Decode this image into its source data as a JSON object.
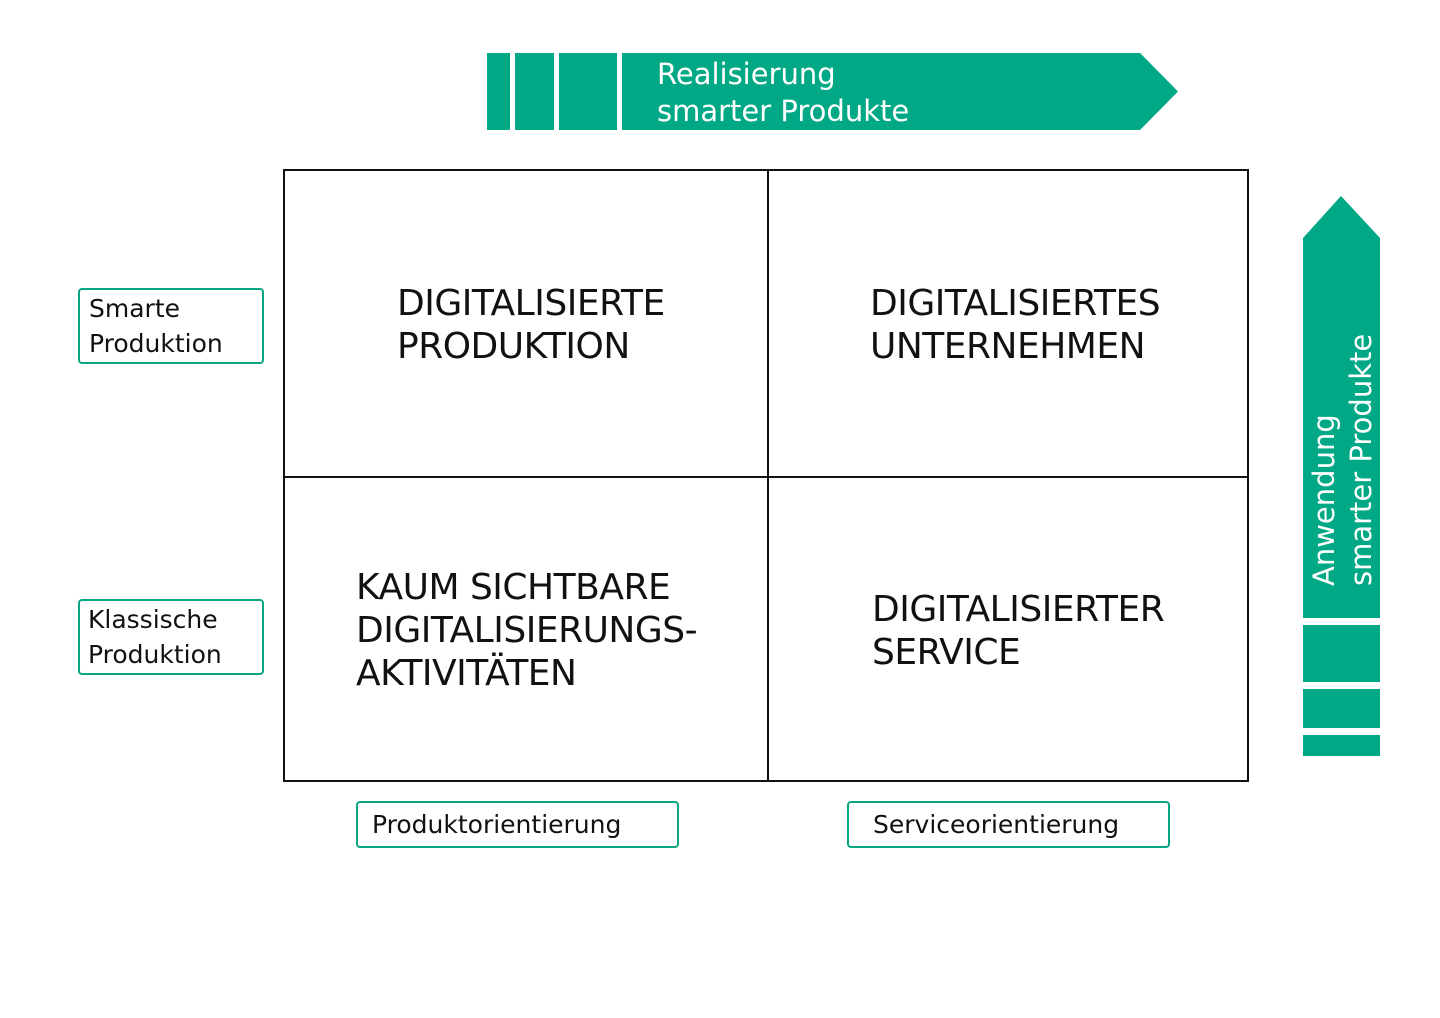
{
  "colors": {
    "accent": "#00a886",
    "border": "#0aa582",
    "line": "#111111"
  },
  "top_arrow": {
    "lines": [
      "Realisierung",
      "smarter Produkte"
    ]
  },
  "right_arrow": {
    "lines": [
      "Anwendung",
      "smarter Produkte"
    ]
  },
  "quadrants": {
    "top_left": [
      "DIGITALISIERTE",
      "PRODUKTION"
    ],
    "top_right": [
      "DIGITALISIERTES",
      "UNTERNEHMEN"
    ],
    "bottom_left": [
      "KAUM SICHTBARE",
      "DIGITALISIERUNGS-",
      "AKTIVITÄTEN"
    ],
    "bottom_right": [
      "DIGITALISIERTER",
      "SERVICE"
    ]
  },
  "row_labels": {
    "top": [
      "Smarte",
      "Produktion"
    ],
    "bottom": [
      "Klassische",
      "Produktion"
    ]
  },
  "column_labels": {
    "left": "Produktorientierung",
    "right": "Serviceorientierung"
  }
}
